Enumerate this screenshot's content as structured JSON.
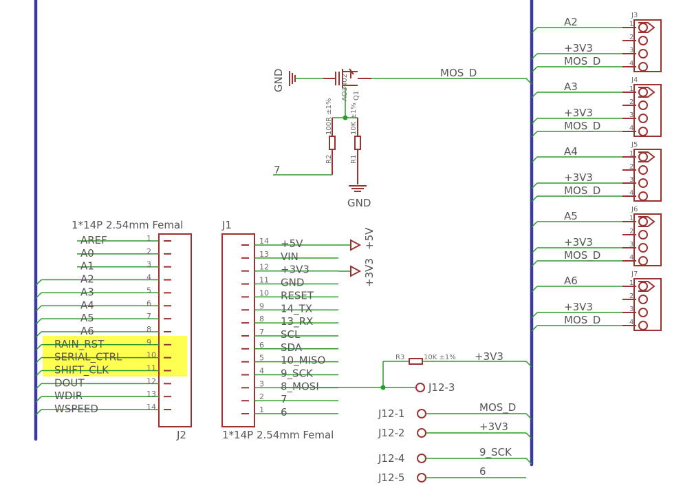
{
  "colors": {
    "wire": "#2a9a2a",
    "bus": "#3a3aa0",
    "part": "#9b3232",
    "text": "#555555",
    "highlight": "#ffff33"
  },
  "top": {
    "gnd_left": "GND",
    "mosfet_name": "Q1",
    "mosfet_value": "AO3402",
    "net_mos_d": "MOS_D",
    "r2_name": "R2",
    "r2_value": "100R ±1%",
    "r1_name": "R1",
    "r1_value": "10K ±1%",
    "net_7": "7",
    "gnd_bottom": "GND"
  },
  "connectors": [
    {
      "ref": "J3",
      "nets": [
        "A2",
        "",
        "+3V3",
        "MOS_D"
      ],
      "pins": [
        "1",
        "2",
        "3",
        "4"
      ]
    },
    {
      "ref": "J4",
      "nets": [
        "A3",
        "",
        "+3V3",
        "MOS_D"
      ],
      "pins": [
        "1",
        "2",
        "3",
        "4"
      ]
    },
    {
      "ref": "J5",
      "nets": [
        "A4",
        "",
        "+3V3",
        "MOS_D"
      ],
      "pins": [
        "1",
        "2",
        "3",
        "4"
      ]
    },
    {
      "ref": "J6",
      "nets": [
        "A5",
        "",
        "+3V3",
        "MOS_D"
      ],
      "pins": [
        "1",
        "2",
        "3",
        "4"
      ]
    },
    {
      "ref": "J7",
      "nets": [
        "A6",
        "",
        "+3V3",
        "MOS_D"
      ],
      "pins": [
        "1",
        "2",
        "3",
        "4"
      ]
    }
  ],
  "j2": {
    "title": "1*14P 2.54mm Femal",
    "ref": "J2",
    "pins": [
      {
        "num": "1",
        "net": "AREF"
      },
      {
        "num": "2",
        "net": "A0"
      },
      {
        "num": "3",
        "net": "A1"
      },
      {
        "num": "4",
        "net": "A2"
      },
      {
        "num": "5",
        "net": "A3"
      },
      {
        "num": "6",
        "net": "A4"
      },
      {
        "num": "7",
        "net": "A5"
      },
      {
        "num": "8",
        "net": "A6"
      },
      {
        "num": "9",
        "net": "RAIN_RST"
      },
      {
        "num": "10",
        "net": "SERIAL_CTRL"
      },
      {
        "num": "11",
        "net": "SHIFT_CLK"
      },
      {
        "num": "12",
        "net": "DOUT"
      },
      {
        "num": "13",
        "net": "WDIR"
      },
      {
        "num": "14",
        "net": "WSPEED"
      }
    ]
  },
  "j1": {
    "ref": "J1",
    "title": "1*14P 2.54mm Femal",
    "pins": [
      {
        "num": "14",
        "net": "+5V"
      },
      {
        "num": "13",
        "net": "VIN"
      },
      {
        "num": "12",
        "net": "+3V3"
      },
      {
        "num": "11",
        "net": "GND"
      },
      {
        "num": "10",
        "net": "RESET"
      },
      {
        "num": "9",
        "net": "14_TX"
      },
      {
        "num": "8",
        "net": "13_RX"
      },
      {
        "num": "7",
        "net": "SCL"
      },
      {
        "num": "6",
        "net": "SDA"
      },
      {
        "num": "5",
        "net": "10_MISO"
      },
      {
        "num": "4",
        "net": "9_SCK"
      },
      {
        "num": "3",
        "net": "8_MOSI"
      },
      {
        "num": "2",
        "net": "7"
      },
      {
        "num": "1",
        "net": "6"
      }
    ],
    "supply_5v": "+5V",
    "supply_3v3": "+3V3"
  },
  "r3": {
    "name": "R3",
    "value": "10K ±1%",
    "net": "+3V3"
  },
  "j12": [
    {
      "label": "J12-3",
      "net": ""
    },
    {
      "label": "J12-1",
      "net": "MOS_D"
    },
    {
      "label": "J12-2",
      "net": "+3V3"
    },
    {
      "label": "J12-4",
      "net": "9_SCK"
    },
    {
      "label": "J12-5",
      "net": "6"
    }
  ]
}
